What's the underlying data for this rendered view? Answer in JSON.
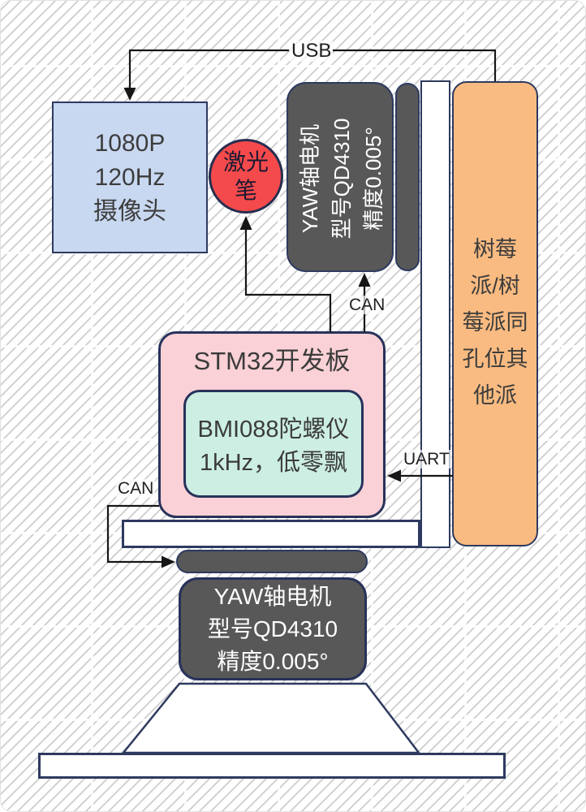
{
  "diagram": {
    "type": "hardware-architecture",
    "labels": {
      "usb": "USB",
      "can_top": "CAN",
      "uart": "UART",
      "can_bottom": "CAN"
    },
    "nodes": {
      "camera": {
        "lines": [
          "1080P",
          "120Hz",
          "摄像头"
        ]
      },
      "laser_pen": {
        "lines": [
          "激光",
          "笔"
        ]
      },
      "yaw_motor_top": {
        "lines": [
          "YAW轴电机",
          "型号QD4310",
          "精度0.005°"
        ]
      },
      "raspberry_pi": {
        "lines": [
          "树莓",
          "派/树",
          "莓派同",
          "孔位其",
          "他派"
        ]
      },
      "stm32": {
        "title": "STM32开发板"
      },
      "gyroscope": {
        "lines": [
          "BMI088陀螺仪",
          "1kHz，低零飘"
        ]
      },
      "yaw_motor_bottom": {
        "lines": [
          "YAW轴电机",
          "型号QD4310",
          "精度0.005°"
        ]
      }
    },
    "colors": {
      "camera_fill": "#c9d8f1",
      "laser_fill": "#f54a4c",
      "motor_fill": "#585858",
      "raspberry_fill": "#f9bb81",
      "stm32_fill": "#fad1d6",
      "gyro_fill": "#cceee3",
      "structure_fill": "#ffffff",
      "border_navy": "#2e3a5f",
      "wire": "#161616",
      "text_dark": "#3d3d3d",
      "text_light": "#ffffff"
    }
  }
}
